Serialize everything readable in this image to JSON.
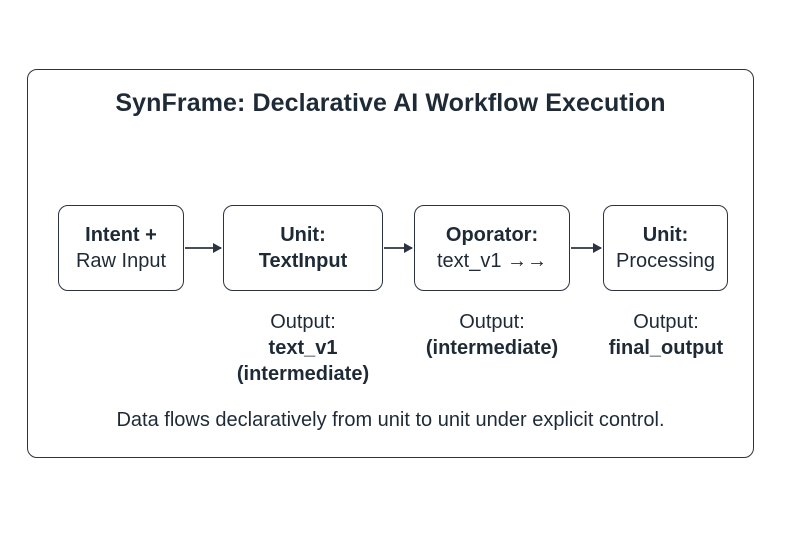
{
  "title": "SynFrame: Declarative AI Workflow Execution",
  "nodes": [
    {
      "line1": "Intent +",
      "line2": "Raw Input"
    },
    {
      "line1": "Unit:",
      "line2": "TextInput"
    },
    {
      "line1": "Oporator:",
      "line2": "text_v1 →→"
    },
    {
      "line1": "Unit:",
      "line2": "Processing"
    }
  ],
  "outputs": [
    {
      "label": "Output:",
      "value": "text_v1",
      "value2": "(intermediate)"
    },
    {
      "label": "Output:",
      "value": "(intermediate)"
    },
    {
      "label": "Output:",
      "value": "final_output"
    }
  ],
  "caption": "Data flows declaratively from unit to unit under explicit control.",
  "colors": {
    "stroke": "#2b3440",
    "text": "#1f2a37"
  }
}
